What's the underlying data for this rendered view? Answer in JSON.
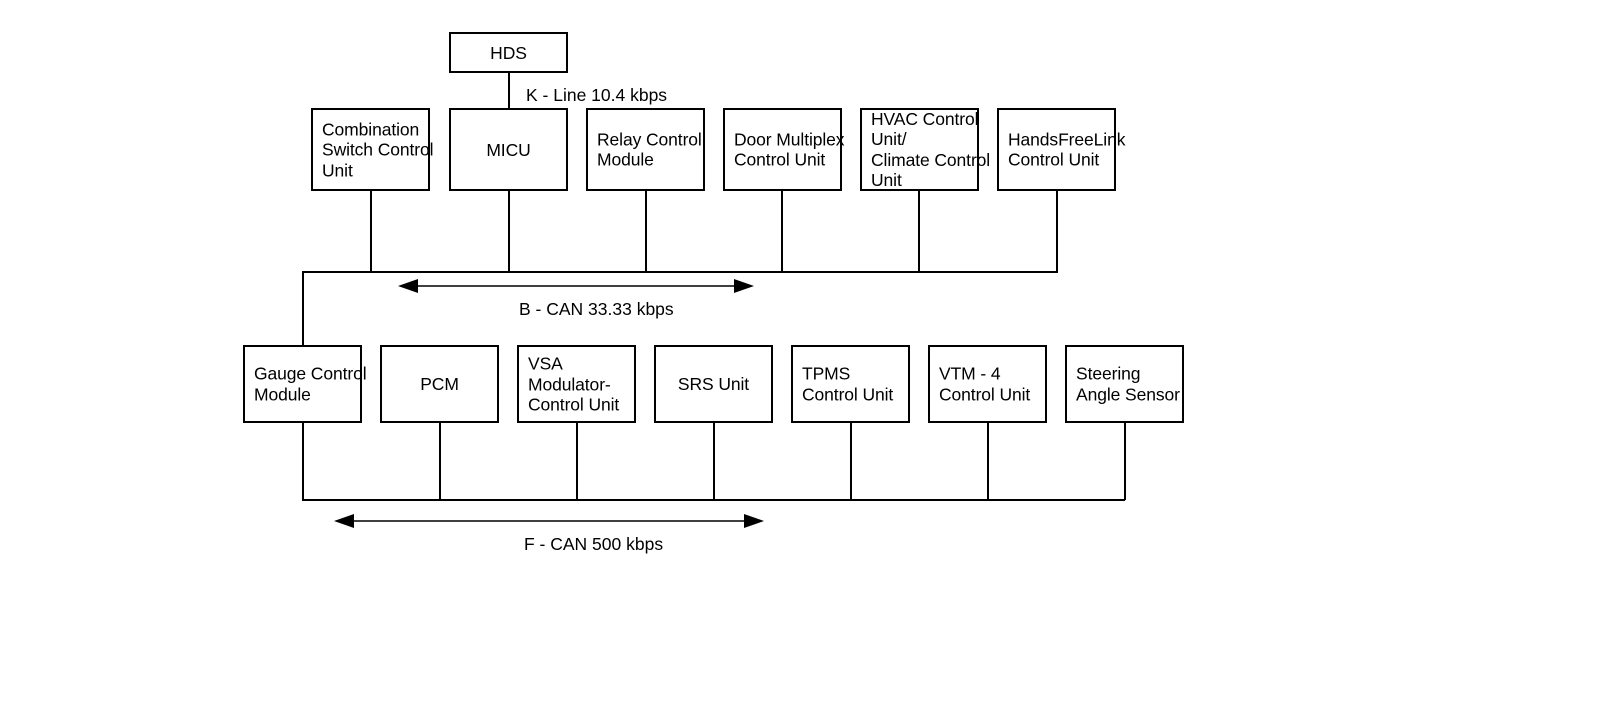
{
  "diagram": {
    "title": "Vehicle Network Communication Bus Diagram",
    "background_color": "#ffffff",
    "line_color": "#000000"
  },
  "tester": {
    "label": "HDS"
  },
  "buses": [
    {
      "id": "k-line",
      "label": "K - Line 10.4 kbps",
      "has_arrow": false
    },
    {
      "id": "b-can",
      "label": "B - CAN 33.33 kbps",
      "has_arrow": true,
      "arrow_style": "double-headed"
    },
    {
      "id": "f-can",
      "label": "F - CAN 500 kbps",
      "has_arrow": true,
      "arrow_style": "double-headed"
    }
  ],
  "b_can_nodes": [
    {
      "label": "Combination\nSwitch Control\nUnit",
      "align": "left"
    },
    {
      "label": "MICU",
      "align": "center"
    },
    {
      "label": "Relay Control\nModule",
      "align": "left"
    },
    {
      "label": "Door Multiplex\nControl Unit",
      "align": "left"
    },
    {
      "label": "HVAC Control\nUnit/\nClimate Control\nUnit",
      "align": "left"
    },
    {
      "label": "HandsFreeLink\nControl Unit",
      "align": "left"
    }
  ],
  "f_can_nodes": [
    {
      "label": "Gauge Control\nModule",
      "align": "left"
    },
    {
      "label": "PCM",
      "align": "center"
    },
    {
      "label": "VSA\nModulator-\nControl Unit",
      "align": "left"
    },
    {
      "label": "SRS Unit",
      "align": "center"
    },
    {
      "label": "TPMS\nControl Unit",
      "align": "left"
    },
    {
      "label": "VTM - 4\nControl Unit",
      "align": "left"
    },
    {
      "label": "Steering\nAngle Sensor",
      "align": "left"
    }
  ]
}
